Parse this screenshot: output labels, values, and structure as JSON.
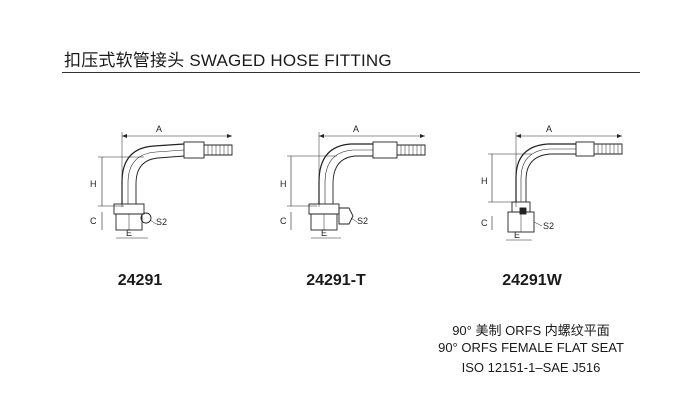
{
  "header": {
    "title": "扣压式软管接头 SWAGED HOSE FITTING"
  },
  "fittings": [
    {
      "code": "24291",
      "dims": {
        "a": "A",
        "h": "H",
        "c": "C",
        "e": "E",
        "s2": "S2"
      }
    },
    {
      "code": "24291-T",
      "dims": {
        "a": "A",
        "h": "H",
        "c": "C",
        "e": "E",
        "s2": "S2"
      }
    },
    {
      "code": "24291W",
      "dims": {
        "a": "A",
        "h": "H",
        "c": "C",
        "e": "E",
        "s2": "S2"
      }
    }
  ],
  "description": {
    "line1": "90° 美制 ORFS 内螺纹平面",
    "line2": "90° ORFS FEMALE FLAT SEAT",
    "line3": "ISO 12151-1–SAE J516"
  }
}
